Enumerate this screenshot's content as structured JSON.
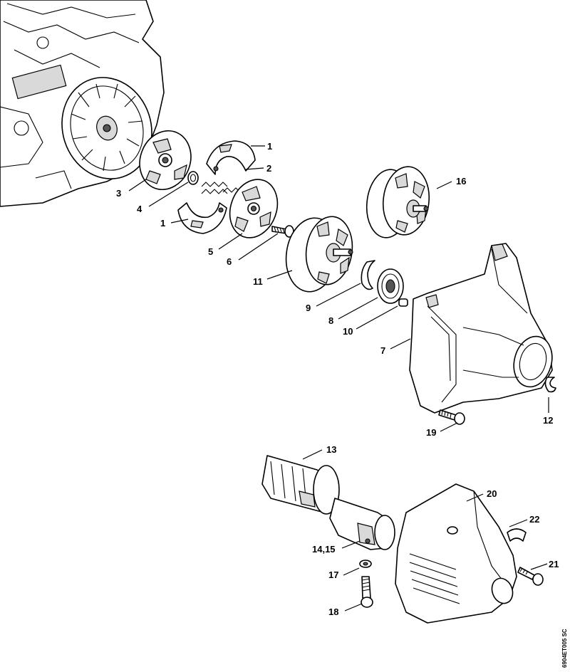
{
  "drawing_code": "6904ET005 SC",
  "callouts": [
    {
      "id": "c1a",
      "label": "1"
    },
    {
      "id": "c2",
      "label": "2"
    },
    {
      "id": "c3",
      "label": "3"
    },
    {
      "id": "c4",
      "label": "4"
    },
    {
      "id": "c1b",
      "label": "1"
    },
    {
      "id": "c5",
      "label": "5"
    },
    {
      "id": "c6",
      "label": "6"
    },
    {
      "id": "c11",
      "label": "11"
    },
    {
      "id": "c16",
      "label": "16"
    },
    {
      "id": "c9",
      "label": "9"
    },
    {
      "id": "c8",
      "label": "8"
    },
    {
      "id": "c10",
      "label": "10"
    },
    {
      "id": "c7",
      "label": "7"
    },
    {
      "id": "c12",
      "label": "12"
    },
    {
      "id": "c19",
      "label": "19"
    },
    {
      "id": "c13",
      "label": "13"
    },
    {
      "id": "c20",
      "label": "20"
    },
    {
      "id": "c22",
      "label": "22"
    },
    {
      "id": "c1415",
      "label": "14,15"
    },
    {
      "id": "c21",
      "label": "21"
    },
    {
      "id": "c17",
      "label": "17"
    },
    {
      "id": "c18",
      "label": "18"
    }
  ]
}
